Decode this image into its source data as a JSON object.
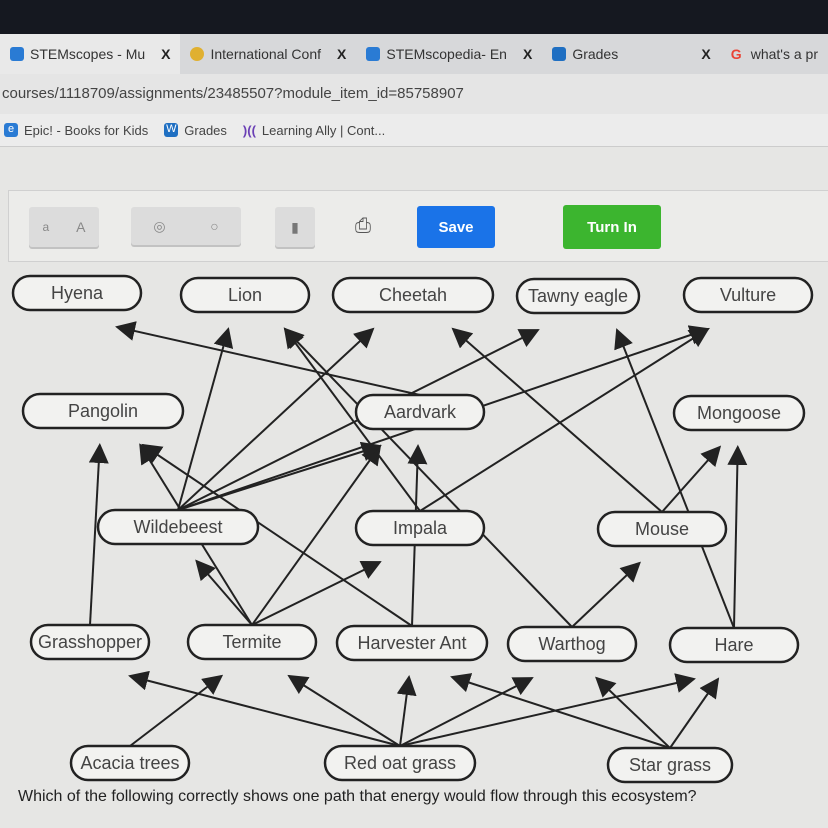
{
  "browser": {
    "tabs": [
      {
        "label": "STEMscopes - Mu",
        "icon": "stemscopes-icon",
        "color": "#2a7bd4"
      },
      {
        "label": "International Conf",
        "icon": "globe-icon",
        "color": "#e0b030"
      },
      {
        "label": "STEMscopedia- En",
        "icon": "stemscopes-icon",
        "color": "#2a7bd4"
      },
      {
        "label": "Grades",
        "icon": "w-icon",
        "color": "#1f6fc2"
      },
      {
        "label": "what's a pr",
        "icon": "google-icon",
        "color": "#ea4335"
      }
    ],
    "close_glyph": "X",
    "url": "courses/1118709/assignments/23485507?module_item_id=85758907",
    "bookmarks": [
      {
        "label": "Epic! - Books for Kids",
        "icon_text": "e",
        "color": "#2a7bd4"
      },
      {
        "label": "Grades",
        "icon_text": "W",
        "color": "#1f6fc2"
      },
      {
        "label": "Learning Ally | Cont...",
        "icon_text": ")((",
        "color": "#6a3fb5"
      }
    ]
  },
  "toolbar": {
    "font_small": "a",
    "font_large": "A",
    "save_label": "Save",
    "turn_in_label": "Turn In",
    "save_color": "#1a73e8",
    "turn_in_color": "#3cb52f"
  },
  "food_web": {
    "nodes": [
      "Hyena",
      "Lion",
      "Cheetah",
      "Tawny eagle",
      "Vulture",
      "Pangolin",
      "Aardvark",
      "Mongoose",
      "Wildebeest",
      "Impala",
      "Mouse",
      "Grasshopper",
      "Termite",
      "Harvester Ant",
      "Warthog",
      "Hare",
      "Acacia trees",
      "Red oat grass",
      "Star grass"
    ],
    "edges": [
      [
        "Aardvark",
        "Hyena"
      ],
      [
        "Wildebeest",
        "Lion"
      ],
      [
        "Impala",
        "Lion"
      ],
      [
        "Warthog",
        "Lion"
      ],
      [
        "Wildebeest",
        "Cheetah"
      ],
      [
        "Mouse",
        "Cheetah"
      ],
      [
        "Wildebeest",
        "Tawny eagle"
      ],
      [
        "Hare",
        "Tawny eagle"
      ],
      [
        "Wildebeest",
        "Vulture"
      ],
      [
        "Impala",
        "Vulture"
      ],
      [
        "Grasshopper",
        "Pangolin"
      ],
      [
        "Termite",
        "Pangolin"
      ],
      [
        "Harvester Ant",
        "Pangolin"
      ],
      [
        "Termite",
        "Aardvark"
      ],
      [
        "Harvester Ant",
        "Aardvark"
      ],
      [
        "Wildebeest",
        "Aardvark"
      ],
      [
        "Mouse",
        "Mongoose"
      ],
      [
        "Hare",
        "Mongoose"
      ],
      [
        "Termite",
        "Wildebeest"
      ],
      [
        "Termite",
        "Impala"
      ],
      [
        "Warthog",
        "Mouse"
      ],
      [
        "Acacia trees",
        "Termite"
      ],
      [
        "Red oat grass",
        "Grasshopper"
      ],
      [
        "Red oat grass",
        "Termite"
      ],
      [
        "Red oat grass",
        "Harvester Ant"
      ],
      [
        "Red oat grass",
        "Warthog"
      ],
      [
        "Red oat grass",
        "Hare"
      ],
      [
        "Star grass",
        "Warthog"
      ],
      [
        "Star grass",
        "Harvester Ant"
      ],
      [
        "Star grass",
        "Hare"
      ]
    ]
  },
  "question": "Which of the following correctly shows one path that energy would flow through this ecosystem?"
}
